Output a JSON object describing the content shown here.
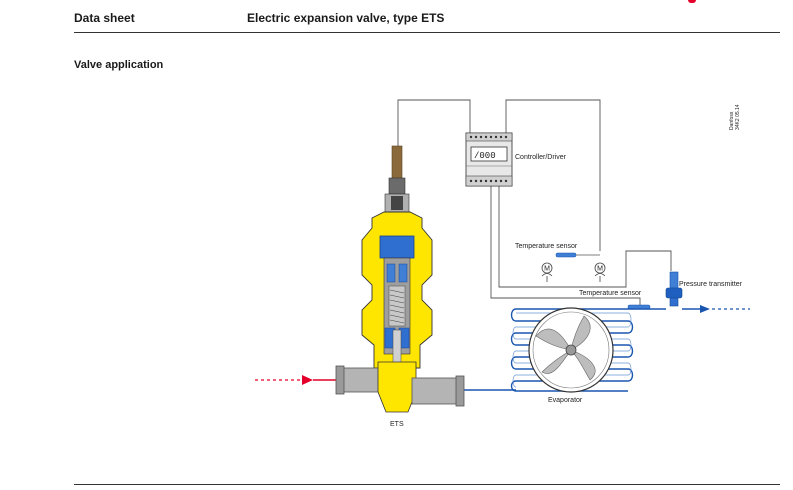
{
  "header": {
    "left": "Data sheet",
    "right": "Electric expansion valve, type ETS"
  },
  "section_title": "Valve application",
  "diagram": {
    "labels": {
      "controller": "Controller/Driver",
      "temp_sensor_top": "Temperature sensor",
      "temp_sensor_bottom": "Temperature sensor",
      "pressure_transmitter": "Pressure transmitter",
      "evaporator": "Evaporator",
      "ets": "ETS",
      "fan_motor_1": "M",
      "fan_motor_2": "M",
      "code_line_1": "Danfoss",
      "code_line_2": "34K2 05.14"
    },
    "colors": {
      "valve_body": "#ffe600",
      "valve_blue": "#2f6fd0",
      "pipe_blue": "#1a56b0",
      "inlet_red": "#e4002b",
      "wire": "#555555",
      "pipe_gray": "#b4b4b4"
    }
  }
}
